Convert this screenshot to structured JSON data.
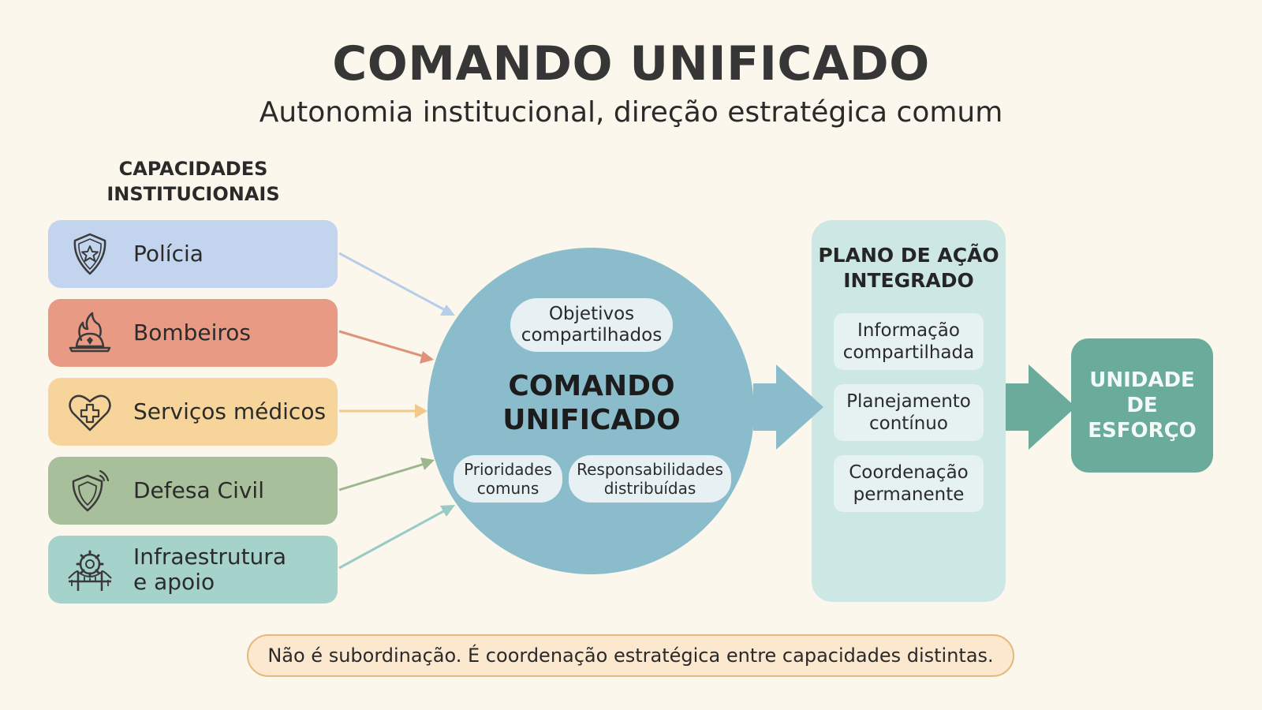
{
  "header": {
    "title": "COMANDO UNIFICADO",
    "subtitle": "Autonomia institucional, direção estratégica comum"
  },
  "capabilities": {
    "heading_line1": "CAPACIDADES",
    "heading_line2": "INSTITUCIONAIS",
    "items": [
      {
        "label": "Polícia",
        "icon": "police-badge-icon",
        "color": "#c3d5ee"
      },
      {
        "label": "Bombeiros",
        "icon": "firefighter-helmet-icon",
        "color": "#e99a84"
      },
      {
        "label": "Serviços médicos",
        "icon": "medical-heart-icon",
        "color": "#f6d49a"
      },
      {
        "label": "Defesa Civil",
        "icon": "civil-defense-shield-icon",
        "color": "#a7bf9a"
      },
      {
        "label": "Infraestrutura",
        "label_line2": "e apoio",
        "icon": "infrastructure-bridge-gear-icon",
        "color": "#a5d3cc"
      }
    ]
  },
  "center": {
    "title_line1": "COMANDO",
    "title_line2": "UNIFICADO",
    "objectives_line1": "Objetivos",
    "objectives_line2": "compartilhados",
    "priorities_line1": "Prioridades",
    "priorities_line2": "comuns",
    "responsibilities_line1": "Responsabilidades",
    "responsibilities_line2": "distribuídas",
    "color": "#8bbccc"
  },
  "plan": {
    "heading_line1": "PLANO DE AÇÃO",
    "heading_line2": "INTEGRADO",
    "items": [
      {
        "line1": "Informação",
        "line2": "compartilhada"
      },
      {
        "line1": "Planejamento",
        "line2": "contínuo"
      },
      {
        "line1": "Coordenação",
        "line2": "permanente"
      }
    ]
  },
  "result": {
    "line1": "UNIDADE",
    "line2": "DE",
    "line3": "ESFORÇO",
    "color": "#6aab9c"
  },
  "note": {
    "text": "Não é subordinação. É coordenação estratégica entre capacidades distintas."
  }
}
